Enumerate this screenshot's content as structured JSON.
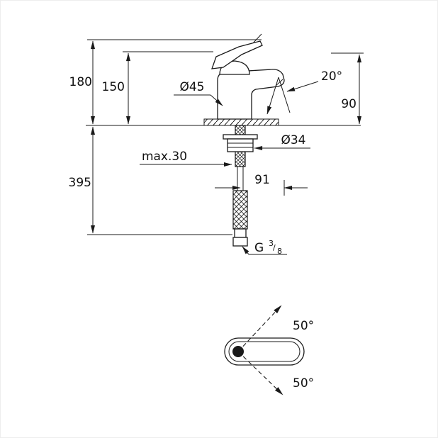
{
  "colors": {
    "line": "#1a1a1a",
    "background": "#ffffff"
  },
  "side_view": {
    "dim_overall_height": "180",
    "dim_height_to_spout": "150",
    "dim_base_diameter": "Ø45",
    "dim_spout_angle": "20°",
    "dim_outlet_height": "90",
    "dim_supply_length": "395",
    "dim_max_mounting_thickness": "max.30",
    "dim_hole_diameter": "Ø34",
    "dim_spout_projection": "91",
    "thread": {
      "prefix": "G",
      "numerator": "3",
      "slash": "/",
      "denominator": "8"
    }
  },
  "top_view": {
    "dim_swivel_up": "50°",
    "dim_swivel_down": "50°"
  }
}
